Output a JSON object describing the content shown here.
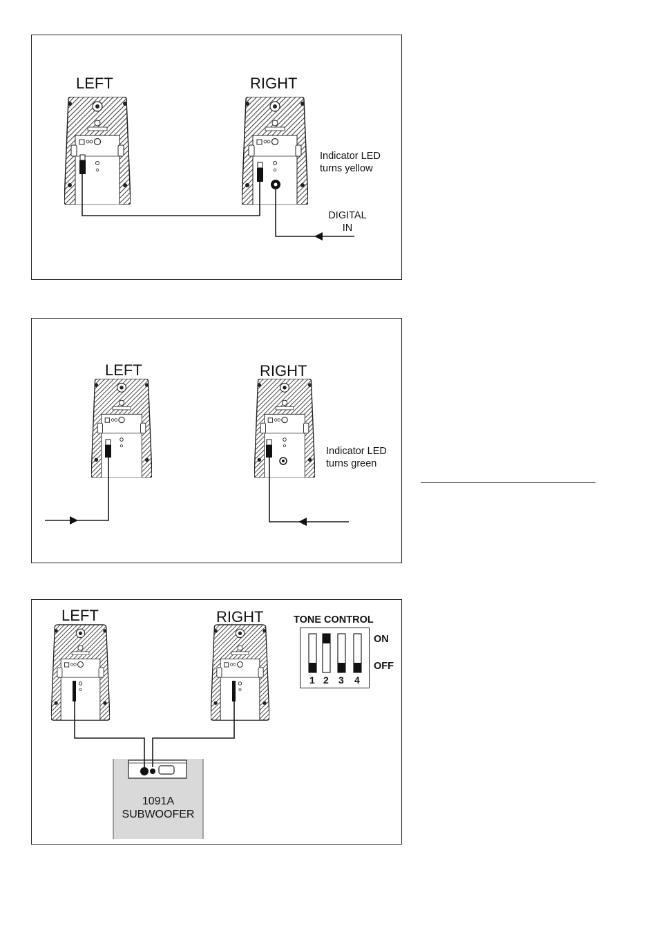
{
  "panel1": {
    "left_label": "LEFT",
    "right_label": "RIGHT",
    "indicator_line1": "Indicator LED",
    "indicator_line2": "turns yellow",
    "input_line1": "DIGITAL",
    "input_line2": "IN"
  },
  "panel2": {
    "left_label": "LEFT",
    "right_label": "RIGHT",
    "indicator_line1": "Indicator LED",
    "indicator_line2": "turns green"
  },
  "panel3": {
    "left_label": "LEFT",
    "right_label": "RIGHT",
    "tone_control_title": "TONE CONTROL",
    "on_label": "ON",
    "off_label": "OFF",
    "switch_numbers": [
      "1",
      "2",
      "3",
      "4"
    ],
    "switch_states": [
      "OFF",
      "ON",
      "OFF",
      "OFF"
    ],
    "subwoofer_line1": "1091A",
    "subwoofer_line2": "SUBWOOFER"
  },
  "colors": {
    "line": "#1a1a1a",
    "subwoofer_fill": "#d9d9d9",
    "speaker_hatch": "#444444"
  }
}
